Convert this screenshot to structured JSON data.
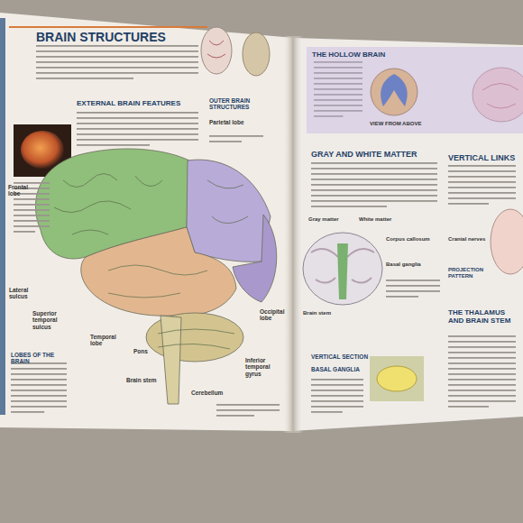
{
  "diagram": {
    "title": "BRAIN STRUCTURES",
    "nodes": [
      {
        "text": [
          "THE HOLLOW BRAIN",
          "VIEW FROM ABOVE"
        ]
      }
    ],
    "labels": [
      "EXTERNAL BRAIN FEATURES",
      "OUTER BRAIN STRUCTURES",
      "Parietal lobe",
      "Frontal lobe",
      "Lateral sulcus",
      "Superior temporal sulcus",
      "LOBES OF THE BRAIN",
      "Temporal lobe",
      "Pons",
      "Brain stem",
      "Cerebellum",
      "Inferior temporal gyrus",
      "Occipital lobe",
      "GRAY AND WHITE MATTER",
      "VERTICAL LINKS",
      "Gray matter",
      "White matter",
      "Corpus callosum",
      "Basal ganglia",
      "Brain stem",
      "VERTICAL SECTION",
      "BASAL GANGLIA",
      "Cranial nerves",
      "PROJECTION PATTERN",
      "THE THALAMUS AND BRAIN STEM"
    ]
  }
}
